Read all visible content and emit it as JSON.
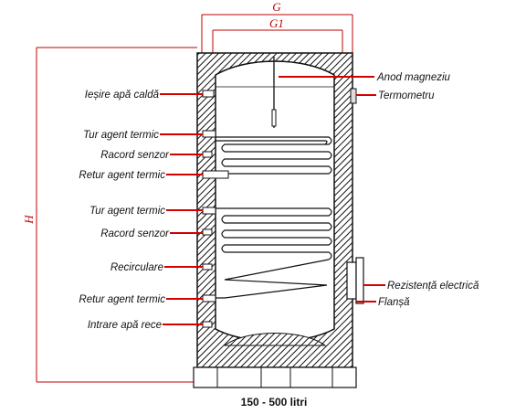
{
  "diagram": {
    "dimensions": {
      "g": "G",
      "g1": "G1",
      "h": "H"
    },
    "labels_left": [
      "Ieșire apă caldă",
      "Tur agent termic",
      "Racord senzor",
      "Retur agent termic",
      "Tur agent termic",
      "Racord senzor",
      "Recirculare",
      "Retur agent termic",
      "Intrare apă rece"
    ],
    "labels_right": [
      "Anod magneziu",
      "Termometru",
      "Rezistență electrică",
      "Flanșă"
    ],
    "caption": "150 - 500 litri",
    "colors": {
      "leader": "#d40000",
      "dimension": "#c00000",
      "outline": "#111111",
      "hatch": "#111111"
    }
  }
}
